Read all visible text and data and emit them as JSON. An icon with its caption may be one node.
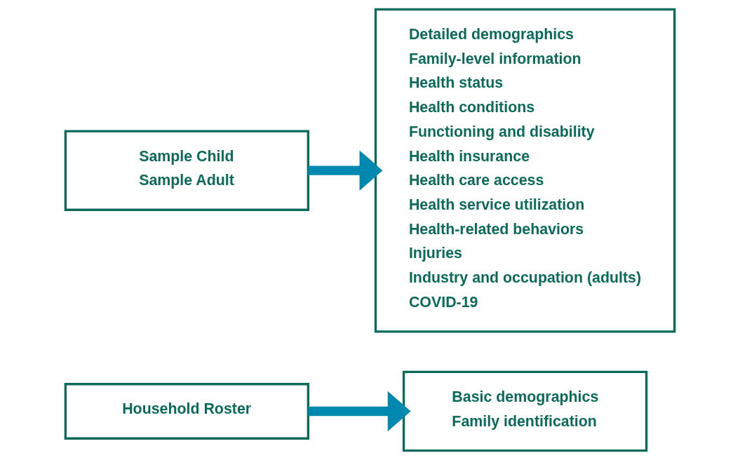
{
  "diagram": {
    "nodes": [
      {
        "text": [
          "Household Roster"
        ]
      },
      {
        "text": [
          "Basic demographics",
          "Family identification"
        ]
      },
      {
        "text": [
          "Sample Child",
          "Sample Adult"
        ]
      },
      {
        "text": [
          "Detailed demographics",
          "Family-level information",
          "Health status",
          "Health conditions",
          "Functioning and disability",
          "Health insurance",
          "Health care access",
          "Health service utilization",
          "Health-related behaviors",
          "Injuries",
          "Industry and occupation (adults)",
          "COVID-19"
        ]
      }
    ],
    "edges": [
      {
        "from": 0,
        "to": 1,
        "arrow": "to"
      },
      {
        "from": 2,
        "to": 3,
        "arrow": "to"
      }
    ]
  }
}
